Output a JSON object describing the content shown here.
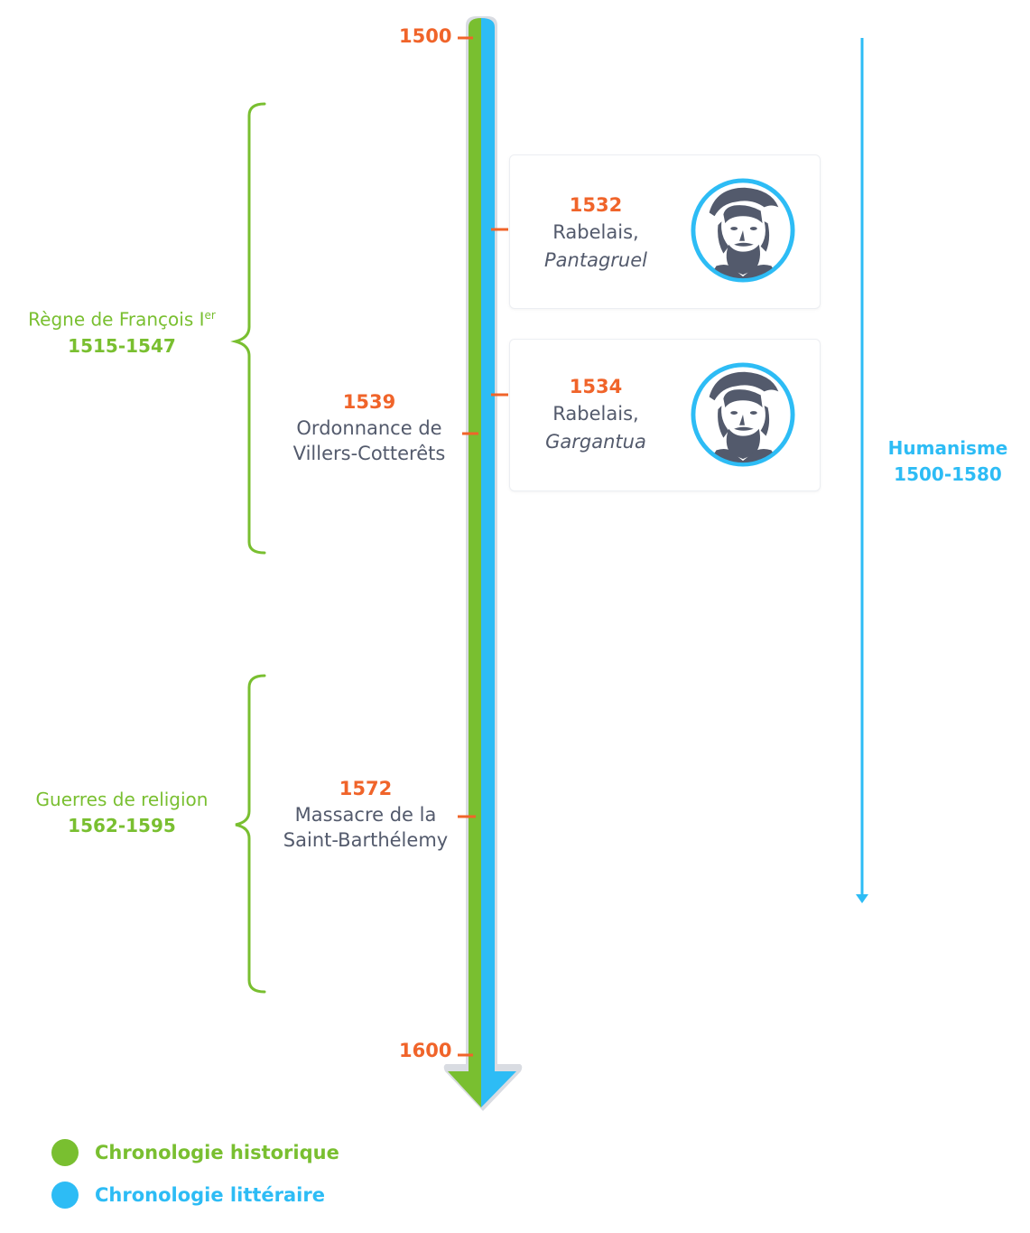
{
  "timeline": {
    "start_label": "1500",
    "end_label": "1600"
  },
  "periods": {
    "francois": {
      "label_main": "Règne de François I",
      "label_sup": "er",
      "years": "1515-1547"
    },
    "guerres": {
      "label": "Guerres de religion",
      "years": "1562-1595"
    },
    "humanisme": {
      "label": "Humanisme",
      "years": "1500-1580"
    }
  },
  "historical_events": [
    {
      "year": "1539",
      "line1": "Ordonnance de",
      "line2": "Villers-Cotterêts"
    },
    {
      "year": "1572",
      "line1": "Massacre de la",
      "line2": "Saint-Barthélemy"
    }
  ],
  "literary_events": [
    {
      "year": "1532",
      "author": "Rabelais,",
      "work": "Pantagruel",
      "portrait_icon": "rabelais-portrait-icon"
    },
    {
      "year": "1534",
      "author": "Rabelais,",
      "work": "Gargantua",
      "portrait_icon": "rabelais-portrait-icon"
    }
  ],
  "legend": {
    "historique": {
      "label": "Chronologie historique",
      "color": "#79bf30"
    },
    "litteraire": {
      "label": "Chronologie littéraire",
      "color": "#2dbcf5"
    }
  },
  "colors": {
    "green": "#79bf30",
    "blue": "#2dbcf5",
    "orange": "#f0642a",
    "text": "#535a6c",
    "portrait_dark": "#535a6c"
  }
}
